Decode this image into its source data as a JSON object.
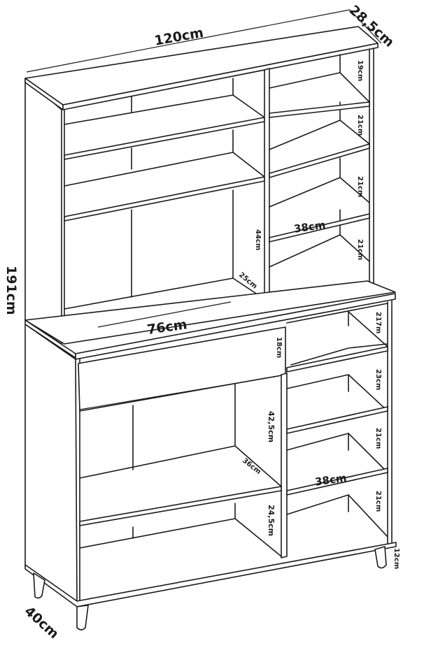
{
  "diagram": {
    "subject": "Kitchen hutch cabinet with open shelves and drawer",
    "line_color": "#1a1a1a",
    "background": "#ffffff",
    "overall": {
      "width": "120cm",
      "top_depth": "28,5cm",
      "height": "191cm",
      "base_depth": "40cm"
    },
    "upper_hutch": {
      "right_column_heights": [
        "19cm",
        "21cm",
        "21cm",
        "21cm"
      ],
      "right_shelf_width": "38cm",
      "center_divider_height": "44cm",
      "center_depth": "25cm",
      "counter_width": "76cm"
    },
    "lower_cabinet": {
      "drawer_height": "18cm",
      "right_column_heights": [
        "217m",
        "23cm",
        "21cm",
        "21cm"
      ],
      "right_shelf_width": "38cm",
      "left_upper_height": "42,5cm",
      "left_depth": "36cm",
      "left_lower_height": "24,5cm",
      "leg_height": "12cm"
    }
  }
}
